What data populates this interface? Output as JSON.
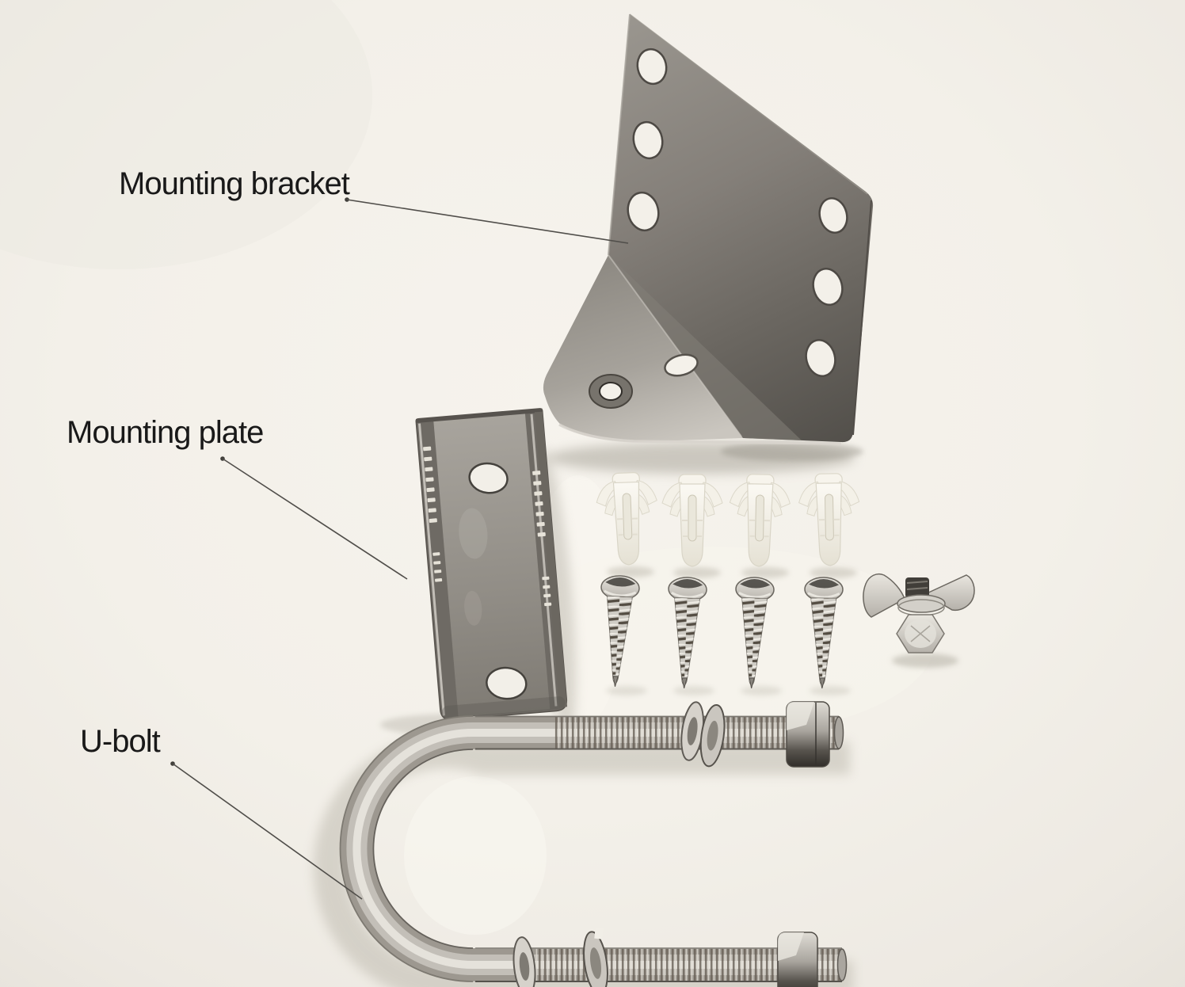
{
  "photo": {
    "subject": "Mounting hardware kit parts laid on a white surface",
    "background_color": "#f2efe8",
    "annotation_color": "#191919",
    "metal_color": "#8a8680"
  },
  "annotations": [
    {
      "id": "mounting-bracket",
      "label": "Mounting bracket"
    },
    {
      "id": "mounting-plate",
      "label": "Mounting plate"
    },
    {
      "id": "u-bolt",
      "label": "U-bolt"
    }
  ],
  "unlabeled_parts": {
    "wall_anchors": 4,
    "screws": 4,
    "wing_nut_assemblies": 1
  }
}
